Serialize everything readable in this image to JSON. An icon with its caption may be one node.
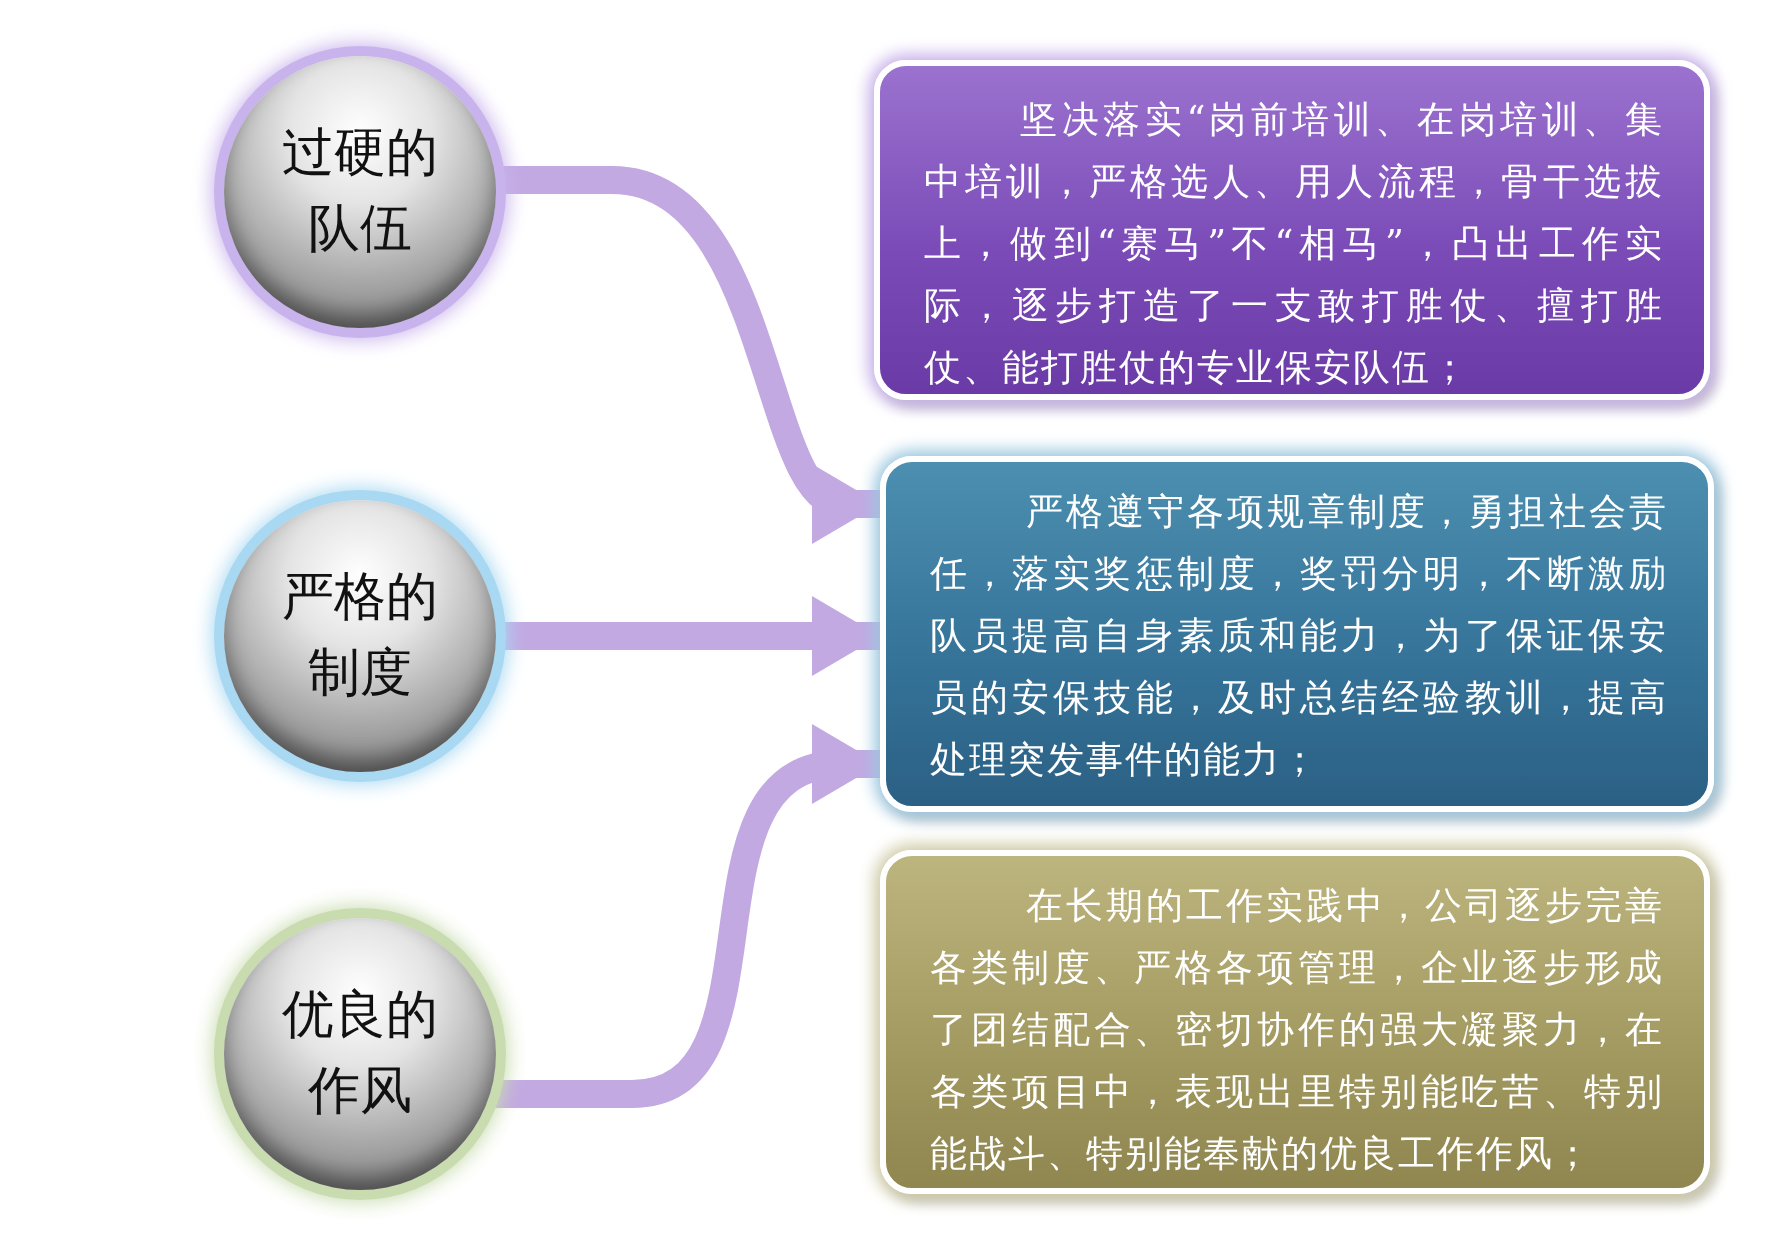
{
  "diagram": {
    "nodes": [
      {
        "text": [
          "过硬的队伍"
        ]
      },
      {
        "text": [
          "坚决落实“岗前培训、在岗培训、集中培训，严格选人、用人流程，骨干选拔上，做到“赛马”不“相马”，凸出工作实际，逐步打造了一支敢打胜仗、擅打胜仗、能打胜仗的专业保安队伍；"
        ]
      },
      {
        "text": [
          "严格的制度"
        ]
      },
      {
        "text": [
          "严格遵守各项规章制度，勇担社会责任，落实奖惩制度，奖罚分明，不断激励队员提高自身素质和能力，为了保证保安员的安保技能，及时总结经验教训，提高处理突发事件的能力；"
        ]
      },
      {
        "text": [
          "优良的作风"
        ]
      },
      {
        "text": [
          "在长期的工作实践中，公司逐步完善各类制度、严格各项管理，企业逐步形成了团结配合、密切协作的强大凝聚力，在各类项目中，表现出里特别能吃苦、特别能战斗、特别能奉献的优良工作作风；"
        ]
      }
    ],
    "edges": [
      {
        "from": 0,
        "to": 3,
        "arrow": "to"
      },
      {
        "from": 2,
        "to": 3,
        "arrow": "to"
      },
      {
        "from": 4,
        "to": 3,
        "arrow": "to"
      }
    ]
  }
}
